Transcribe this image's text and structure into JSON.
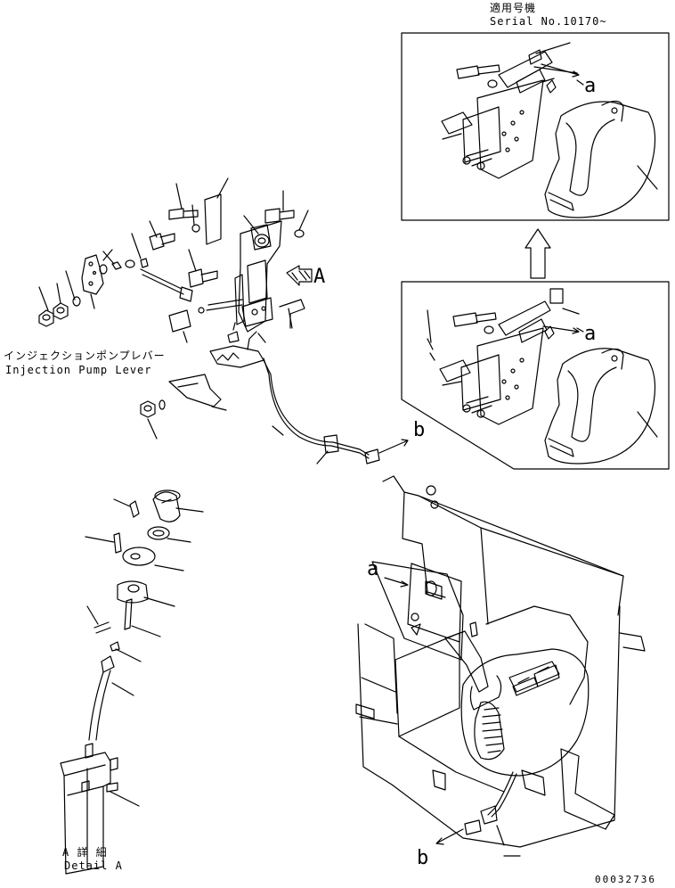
{
  "applicable_serial": {
    "jp": "適用号機",
    "en": "Serial No.10170~"
  },
  "injection_pump_lever": {
    "jp": "インジェクションポンプレバー",
    "en": "Injection Pump Lever"
  },
  "detail_a": {
    "jp": "A 詳 細",
    "en": "Detail A"
  },
  "callouts": {
    "a_top": "a",
    "a_mid": "a",
    "a_cab": "a",
    "b_right": "b",
    "b_bottom": "b",
    "view_a": "A"
  },
  "drawing_number": "00032736"
}
